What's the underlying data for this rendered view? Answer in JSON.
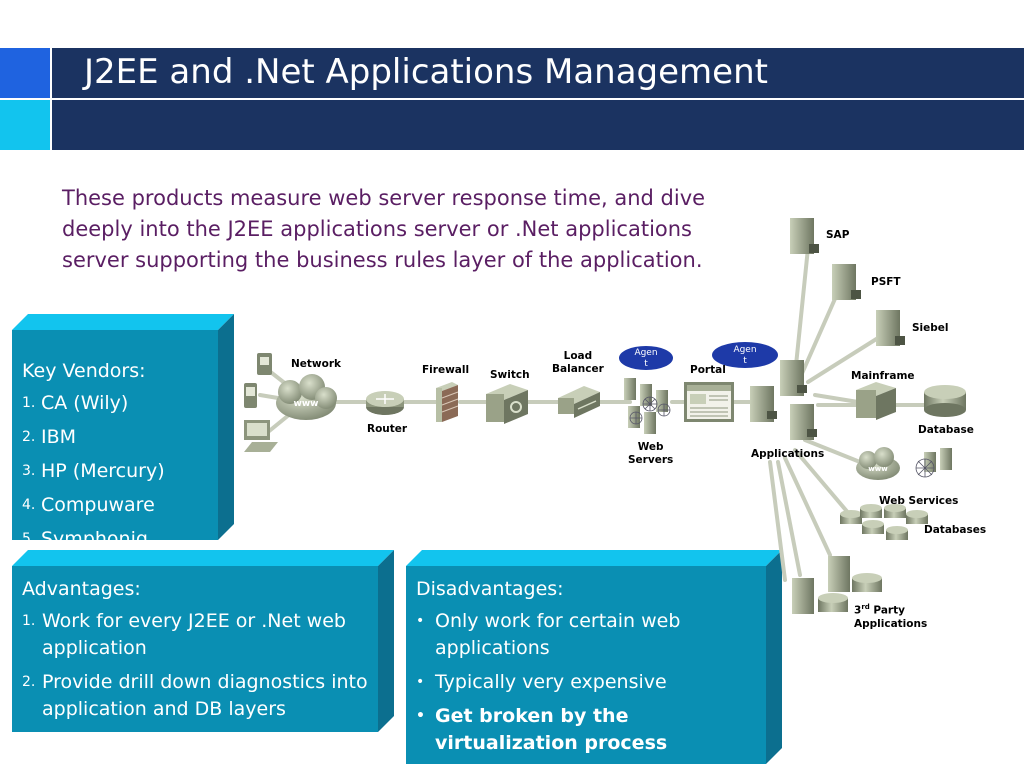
{
  "slide": {
    "title": "J2EE and .Net Applications Management",
    "intro": "These products measure web server response time, and dive deeply into the J2EE applications server or .Net applications server supporting the business rules layer of the application."
  },
  "vendors": {
    "heading": "Key Vendors:",
    "items": [
      "CA (Wily)",
      "IBM",
      "HP (Mercury)",
      "Compuware",
      "Symphoniq"
    ]
  },
  "advantages": {
    "heading": "Advantages:",
    "items": [
      "Work for every J2EE or .Net web application",
      "Provide drill down diagnostics into application and DB layers"
    ]
  },
  "disadvantages": {
    "heading": "Disadvantages:",
    "items": [
      "Only work for certain web applications",
      "Typically very expensive",
      "Get broken by the virtualization process"
    ]
  },
  "diagram": {
    "labels": {
      "network": "Network",
      "www1": "www",
      "www2": "www",
      "router": "Router",
      "firewall": "Firewall",
      "switch": "Switch",
      "load_balancer_1": "Load",
      "load_balancer_2": "Balancer",
      "agent_left_1": "Agen",
      "agent_left_2": "t",
      "agent_right_1": "Agen",
      "agent_right_2": "t",
      "portal": "Portal",
      "web_servers_1": "Web",
      "web_servers_2": "Servers",
      "applications": "Applications",
      "sap": "SAP",
      "psft": "PSFT",
      "siebel": "Siebel",
      "mainframe": "Mainframe",
      "database": "Database",
      "web_services": "Web Services",
      "databases": "Databases",
      "third_party_num": "3",
      "third_party_sup": "rd",
      "third_party_1": " Party",
      "third_party_2": "Applications"
    }
  },
  "colors": {
    "header": "#1b3361",
    "accent_blue": "#1f63e0",
    "accent_cyan": "#12c4ee",
    "box_front": "#0a8fb3",
    "box_side": "#12c4ee",
    "intro_text": "#5a1e63",
    "agent": "#1e3aa8"
  }
}
